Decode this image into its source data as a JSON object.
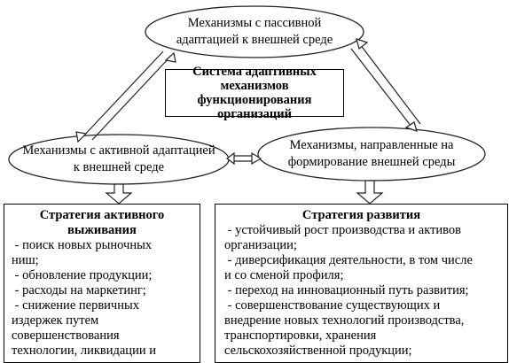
{
  "nodes": {
    "passive": [
      "Механизмы с пассивной",
      "адаптацией к внешней среде"
    ],
    "center": [
      "Система адаптивных",
      "механизмов функционирования",
      "организаций"
    ],
    "active": [
      "Механизмы с активной адаптацией",
      "к внешней среде"
    ],
    "shaping": [
      "Механизмы, направленные на",
      "формирование внешней среды"
    ]
  },
  "left_box": {
    "title": [
      "Стратегия активного",
      "выживания"
    ],
    "items": [
      " - поиск новых рыночных",
      "ниш;",
      " - обновление продукции;",
      " - расходы на маркетинг;",
      " - снижение первичных",
      "издержек путем",
      "совершенствования",
      "технологии, ликвидации и"
    ]
  },
  "right_box": {
    "title": "Стратегия развития",
    "items": [
      " - устойчивый рост производства и активов",
      "организации;",
      " - диверсификация деятельности, в том числе",
      "и со сменой профиля;",
      " - переход на инновационный путь развития;",
      " - совершенствование существующих и",
      "внедрение новых технологий производства,",
      "транспортировки, хранения",
      "сельскохозяйственной продукции;"
    ]
  }
}
